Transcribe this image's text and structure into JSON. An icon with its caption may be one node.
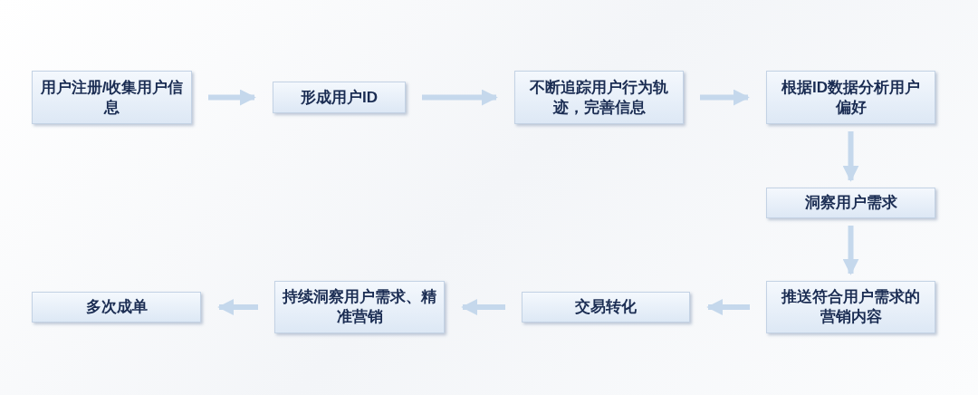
{
  "diagram": {
    "nodes": [
      {
        "text": [
          "用户注册/收集用户信息"
        ]
      },
      {
        "text": [
          "形成用户ID"
        ]
      },
      {
        "text": [
          "不断追踪用户行为轨迹，完善信息"
        ]
      },
      {
        "text": [
          "根据ID数据分析用户偏好"
        ]
      },
      {
        "text": [
          "洞察用户需求"
        ]
      },
      {
        "text": [
          "推送符合用户需求的营销内容"
        ]
      },
      {
        "text": [
          "交易转化"
        ]
      },
      {
        "text": [
          "持续洞察用户需求、精准营销"
        ]
      },
      {
        "text": [
          "多次成单"
        ]
      }
    ],
    "edges": [
      {
        "from": 0,
        "to": 1,
        "arrow": "to"
      },
      {
        "from": 1,
        "to": 2,
        "arrow": "to"
      },
      {
        "from": 2,
        "to": 3,
        "arrow": "to"
      },
      {
        "from": 3,
        "to": 4,
        "arrow": "to"
      },
      {
        "from": 4,
        "to": 5,
        "arrow": "to"
      },
      {
        "from": 5,
        "to": 6,
        "arrow": "to"
      },
      {
        "from": 6,
        "to": 7,
        "arrow": "to"
      },
      {
        "from": 7,
        "to": 8,
        "arrow": "to"
      }
    ]
  }
}
